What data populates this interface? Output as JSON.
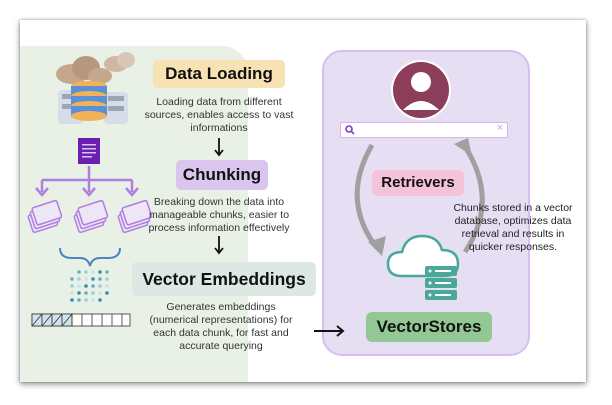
{
  "steps": [
    {
      "title": "Data Loading",
      "lines": [
        "Loading data from different",
        "sources, enables access to vast",
        "informations"
      ],
      "color": "#f7e2b4"
    },
    {
      "title": "Chunking",
      "lines": [
        "Breaking down the data into",
        "manageable chunks,  easier to",
        "process information effectively"
      ],
      "color": "#d9c5ee"
    },
    {
      "title": "Vector Embeddings",
      "lines": [
        "Generates embeddings",
        "(numerical representations) for",
        "each data chunk, for fast and",
        "accurate querying"
      ],
      "color": "#dde8e5"
    }
  ],
  "retrievers": {
    "label": "Retrievers",
    "color": "#f5c3d9"
  },
  "vectorstores": {
    "label": "VectorStores",
    "color": "#93c793"
  },
  "right_desc": [
    "Chunks stored in a vector",
    "database, optimizes data",
    "retrieval and results in",
    "quicker responses."
  ],
  "search": {
    "placeholder": "",
    "clear_glyph": "×"
  },
  "colors": {
    "accent_purple": "#b07de0",
    "teal": "#7ec8c0",
    "user": "#8c3d5a"
  }
}
